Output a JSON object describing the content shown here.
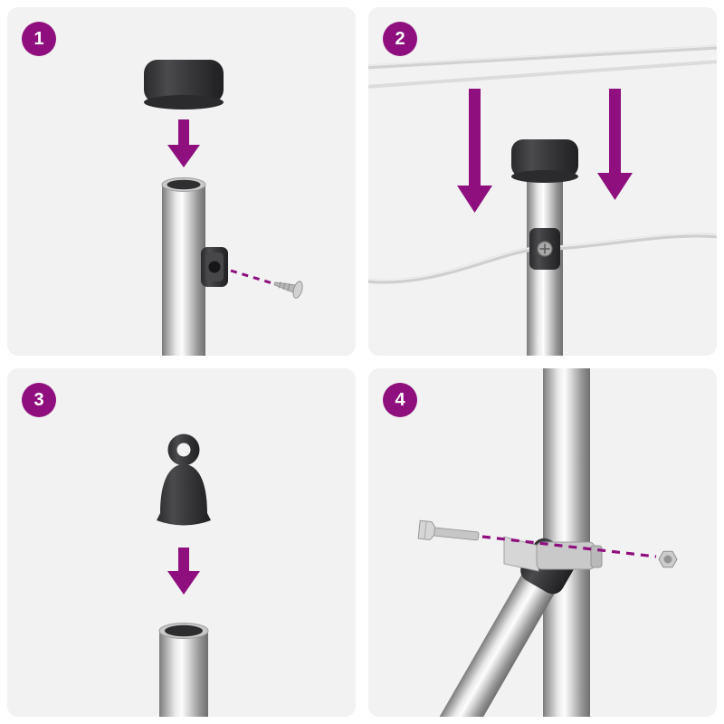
{
  "document": {
    "type": "illustrated-assembly-instruction-sheet",
    "panel_count": 4
  },
  "theme": {
    "accent": "#8E0F7D",
    "panel_bg": "#F2F2F2",
    "badge_text": "#FFFFFF",
    "cap_dark": "#3A3A3C",
    "metal": "#C9C9C9",
    "wire": "#D2D2D2"
  },
  "steps": [
    {
      "number": "1",
      "icons": [
        "end-cap-icon",
        "arrow-down-icon",
        "pole-icon",
        "clamp-icon",
        "guide-dashed-line",
        "screw-icon"
      ]
    },
    {
      "number": "2",
      "icons": [
        "clothesline-wires-icon",
        "arrow-down-icon",
        "arrow-down-icon",
        "capped-pole-icon",
        "wire-icon",
        "clamp-icon"
      ]
    },
    {
      "number": "3",
      "icons": [
        "eyelet-cap-icon",
        "arrow-down-icon",
        "open-pole-icon"
      ]
    },
    {
      "number": "4",
      "icons": [
        "upright-pole-icon",
        "brace-pole-icon",
        "pole-clamp-icon",
        "bolt-icon",
        "guide-dashed-line",
        "nut-icon"
      ]
    }
  ]
}
